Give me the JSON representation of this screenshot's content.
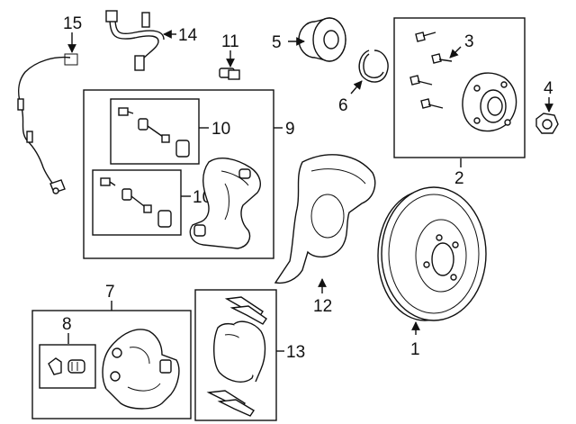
{
  "labels": {
    "rotor": "1",
    "hub": "2",
    "hub_bolt": "3",
    "hub_nut": "4",
    "wheel_bearing": "5",
    "snap_ring": "6",
    "caliper": "7",
    "caliper_boot_kit": "8",
    "caliper_support": "9",
    "guide_pin_kit_upper": "10",
    "guide_pin_kit_lower": "10",
    "bolt": "11",
    "splash_shield": "12",
    "brake_pads": "13",
    "brake_hose": "14",
    "abs_sensor": "15"
  }
}
